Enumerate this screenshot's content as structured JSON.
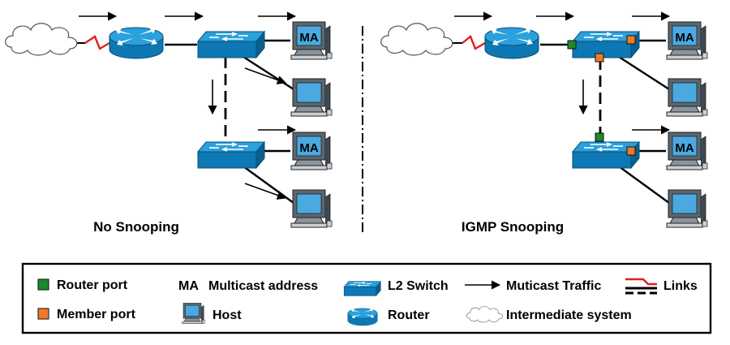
{
  "panels": {
    "left_title": "No Snooping",
    "right_title": "IGMP Snooping",
    "host_tag": "MA"
  },
  "legend": {
    "router_port": "Router port",
    "member_port": "Member port",
    "ma_prefix": "MA",
    "multicast_address": "Multicast address",
    "host": "Host",
    "l2_switch": "L2 Switch",
    "router": "Router",
    "multicast_traffic": "Muticast Traffic",
    "intermediate_system": "Intermediate system",
    "links": "Links"
  },
  "colors": {
    "device_blue": "#1f9ad6",
    "device_dark": "#0a5f8f",
    "router_port": "#1a8a2a",
    "member_port": "#f07a28",
    "serial_link": "#e0201c",
    "host_screen": "#4aa9e0"
  }
}
